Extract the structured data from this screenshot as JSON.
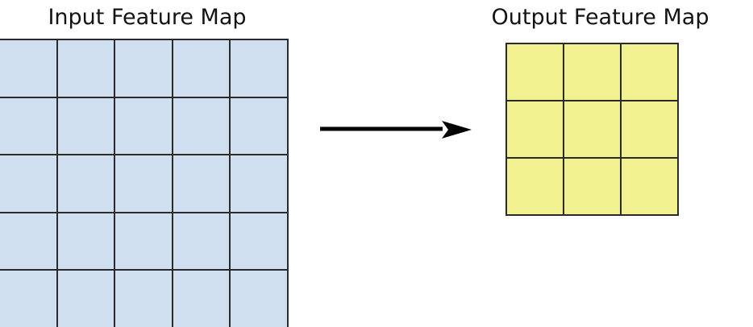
{
  "figure": {
    "type": "diagram",
    "background": "#ffffff",
    "description": "Convolution / pooling operation reducing a 5x5 input feature map to a 3x3 output feature map"
  },
  "input_panel": {
    "title": "Input Feature Map",
    "grid": {
      "rows": 5,
      "cols": 5,
      "cell_fill": "#cfdff0",
      "line_color": "#2b2b2b",
      "cells": [
        [
          "",
          "",
          "",
          "",
          ""
        ],
        [
          "",
          "",
          "",
          "",
          ""
        ],
        [
          "",
          "",
          "",
          "",
          ""
        ],
        [
          "",
          "",
          "",
          "",
          ""
        ],
        [
          "",
          "",
          "",
          "",
          ""
        ]
      ]
    }
  },
  "output_panel": {
    "title": "Output Feature Map",
    "grid": {
      "rows": 3,
      "cols": 3,
      "cell_fill": "#f2f18f",
      "line_color": "#2b2b2b",
      "cells": [
        [
          "",
          "",
          ""
        ],
        [
          "",
          "",
          ""
        ],
        [
          "",
          "",
          ""
        ]
      ]
    }
  },
  "connector": {
    "icon": "right-arrow-icon",
    "direction": "right",
    "color": "#000000",
    "label": ""
  },
  "colors": {
    "input_fill": "#cfdff0",
    "output_fill": "#f2f18f",
    "stroke": "#2b2b2b",
    "arrow": "#000000",
    "text": "#131313"
  }
}
